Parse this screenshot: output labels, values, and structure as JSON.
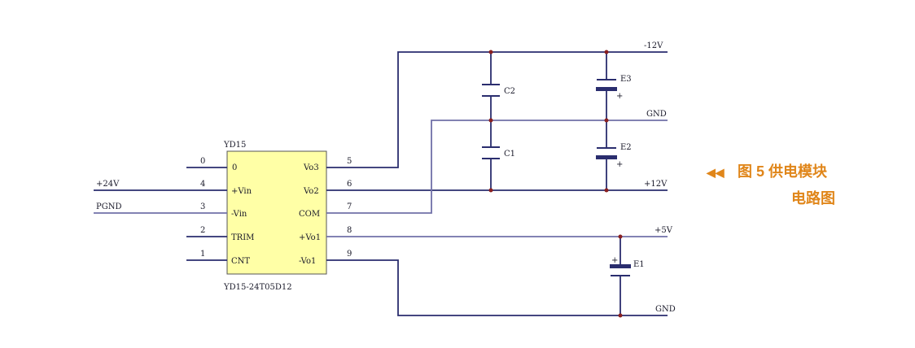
{
  "chip": {
    "ref": "YD15",
    "part": "YD15-24T05D12",
    "left_pins": [
      {
        "num": "0",
        "name": "0"
      },
      {
        "num": "4",
        "name": "+Vin"
      },
      {
        "num": "3",
        "name": "-Vin"
      },
      {
        "num": "2",
        "name": "TRIM"
      },
      {
        "num": "1",
        "name": "CNT"
      }
    ],
    "right_pins": [
      {
        "num": "5",
        "name": "Vo3"
      },
      {
        "num": "6",
        "name": "Vo2"
      },
      {
        "num": "7",
        "name": "COM"
      },
      {
        "num": "8",
        "name": "+Vo1"
      },
      {
        "num": "9",
        "name": "-Vo1"
      }
    ]
  },
  "nets": {
    "plus24v": "+24V",
    "pgnd": "PGND",
    "minus12v": "-12V",
    "gnd_top": "GND",
    "plus12v": "+12V",
    "plus5v": "+5V",
    "gnd_bottom": "GND"
  },
  "components": {
    "c2": "C2",
    "c1": "C1",
    "e3": "E3",
    "e2": "E2",
    "e1": "E1"
  },
  "caption": {
    "marker": "◀◀",
    "line1": "图 5  供电模块",
    "line2": "电路图"
  },
  "colors": {
    "wire_dark": "#2a2d6e",
    "wire_light": "#7070a8",
    "chip_fill": "#ffffa6",
    "caption": "#e0861a"
  }
}
